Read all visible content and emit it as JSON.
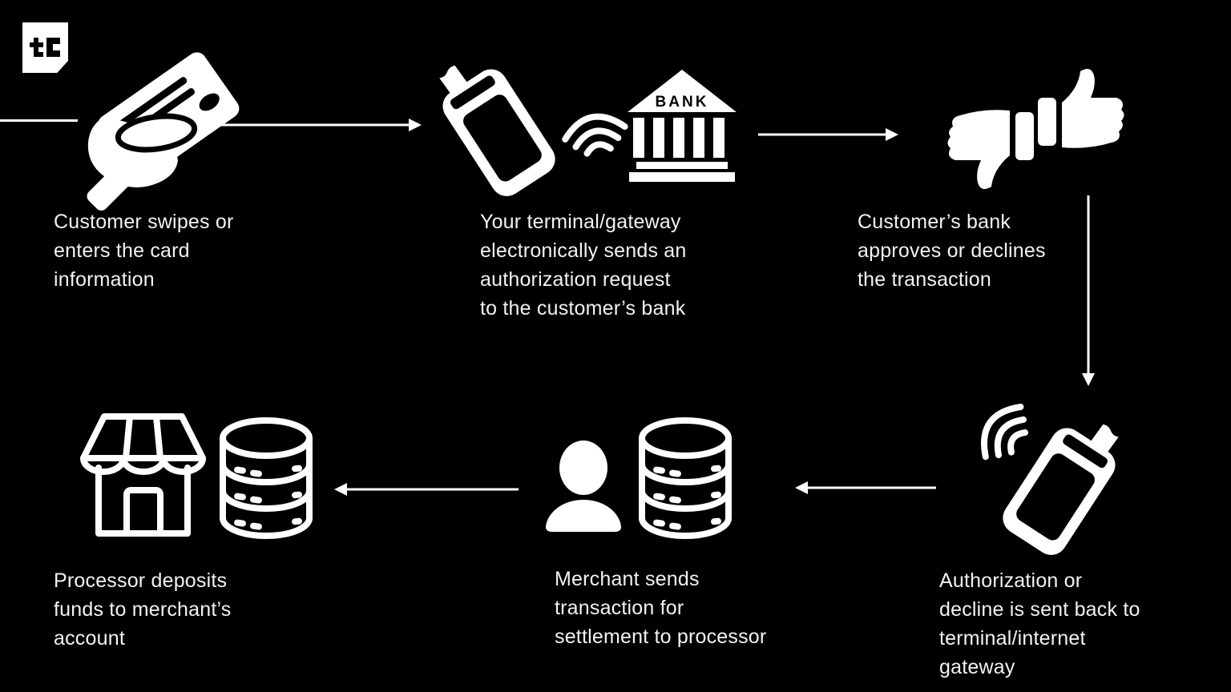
{
  "logo": {
    "label": "tc"
  },
  "bank": {
    "label": "BANK"
  },
  "colors": {
    "background": "#000000",
    "icon": "#ffffff",
    "text": "#f2f2f2"
  },
  "steps": [
    {
      "caption": "Customer swipes or\nenters the card\ninformation",
      "icons": [
        "hand-holding-card-icon"
      ]
    },
    {
      "caption": "Your terminal/gateway\nelectronically sends an\nauthorization request\nto the customer’s bank",
      "icons": [
        "pos-terminal-icon",
        "contactless-waves-icon",
        "bank-building-icon"
      ]
    },
    {
      "caption": "Customer’s bank\napproves or declines\nthe transaction",
      "icons": [
        "thumbs-down-icon",
        "thumbs-up-icon"
      ]
    },
    {
      "caption": "Authorization or\ndecline is sent back to\nterminal/internet\ngateway",
      "icons": [
        "contactless-waves-icon",
        "pos-terminal-icon"
      ]
    },
    {
      "caption": "Merchant sends\ntransaction for\nsettlement to processor",
      "icons": [
        "person-icon",
        "database-icon"
      ]
    },
    {
      "caption": "Processor deposits\nfunds to merchant’s\naccount",
      "icons": [
        "storefront-icon",
        "database-icon"
      ]
    }
  ]
}
